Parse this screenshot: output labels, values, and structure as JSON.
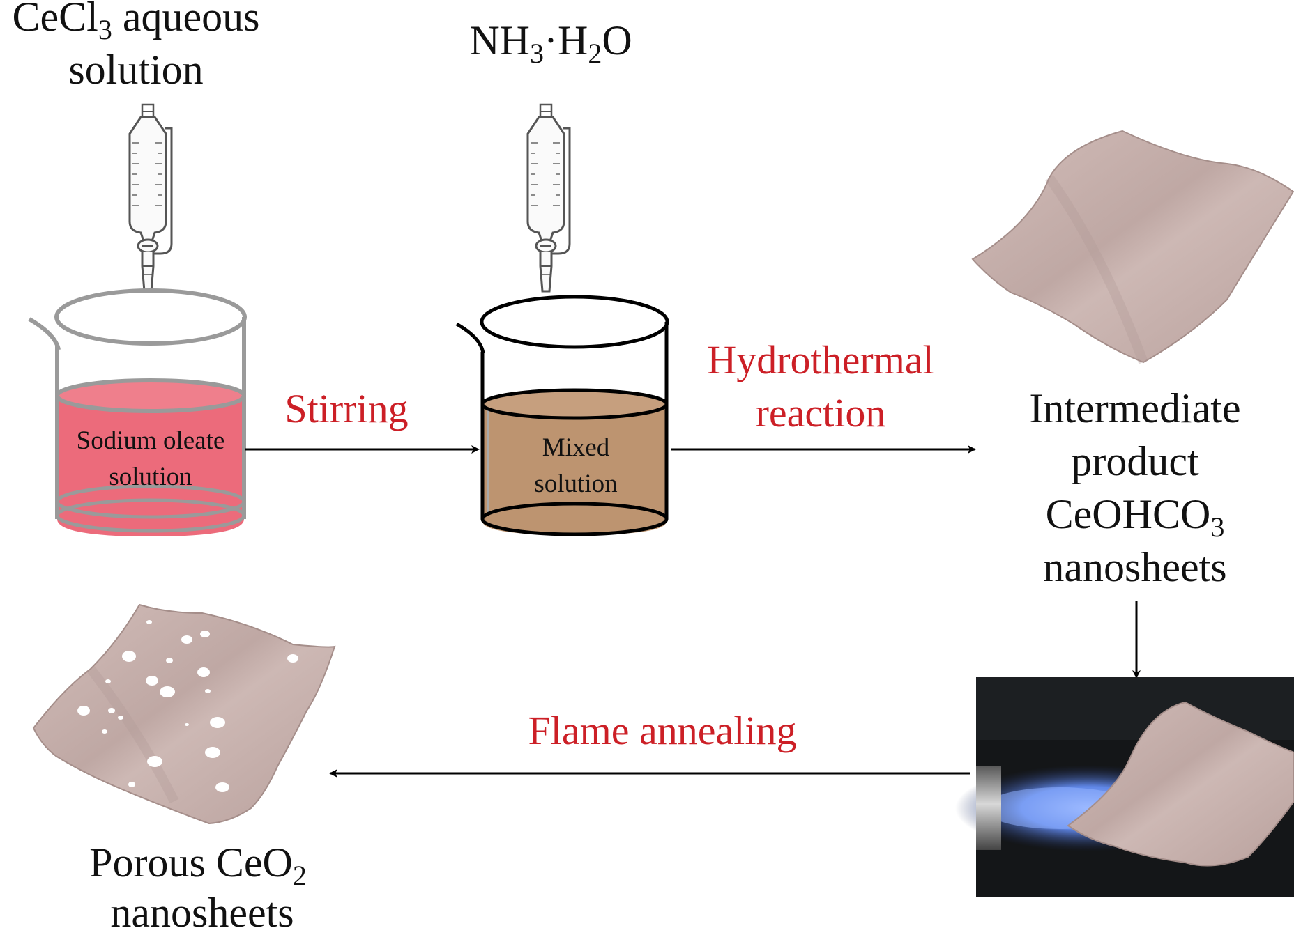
{
  "labels": {
    "reagent1": {
      "text": "CeCl",
      "sub": "3",
      "rest": " aqueous",
      "line2": "solution"
    },
    "reagent2": {
      "a": "NH",
      "sub1": "3",
      "b": "·H",
      "sub2": "2",
      "c": "O"
    },
    "beaker1": {
      "line1": "Sodium oleate",
      "line2": "solution"
    },
    "beaker2": {
      "line1": "Mixed",
      "line2": "solution"
    },
    "intermediate": {
      "line1": "Intermediate",
      "line2": "product",
      "line3": "CeOHCO",
      "sub": "3",
      "line4": "nanosheets"
    },
    "final": {
      "a": "Porous CeO",
      "sub": "2",
      "line2": "nanosheets"
    }
  },
  "steps": {
    "stirring": "Stirring",
    "hydro1": "Hydrothermal",
    "hydro2": "reaction",
    "flame": "Flame annealing"
  },
  "colors": {
    "step_text": "#cc1f26",
    "sodium_oleate": "#ec6b7b",
    "mixed": "#bd9470",
    "sheet": "#c7b1ad",
    "flame_bg": "#141618",
    "flame": "#5f86e6"
  },
  "icons": [
    "separatory-funnel-icon",
    "beaker-icon",
    "nanosheet-icon",
    "porous-nanosheet-icon",
    "flame-photo"
  ]
}
